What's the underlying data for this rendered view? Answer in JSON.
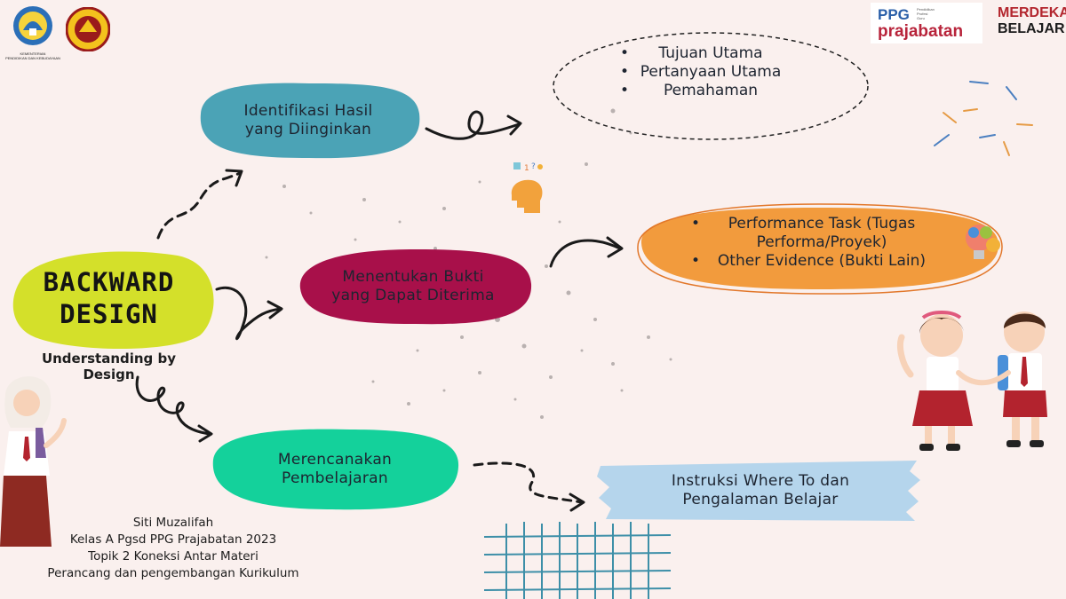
{
  "logos": {
    "kemendikbud_caption": "KEMENTERIAN\nPENDIDIKAN DAN KEBUDAYAAN",
    "ppg_top": "PPG",
    "ppg_small": "Pendidikan\nProfesi\nGuru",
    "ppg_bottom": "prajabatan",
    "merdeka_top": "MERDEKA",
    "merdeka_bottom": "BELAJAR"
  },
  "main": {
    "title": "BACKWARD\nDESIGN",
    "subtitle": "Understanding by Design"
  },
  "steps": [
    {
      "label": "Identifikasi Hasil\nyang Diinginkan"
    },
    {
      "label": "Menentukan Bukti\nyang Dapat Diterima"
    },
    {
      "label": "Merencanakan\nPembelajaran"
    }
  ],
  "details": {
    "top": [
      "Tujuan Utama",
      "Pertanyaan Utama",
      "Pemahaman"
    ],
    "middle": [
      "Performance Task (Tugas\nPerforma/Proyek)",
      "Other Evidence (Bukti Lain)"
    ],
    "bottom": "Instruksi Where To dan\nPengalaman Belajar"
  },
  "credits": {
    "name": "Siti Muzalifah",
    "class": "Kelas A Pgsd PPG Prajabatan 2023",
    "topic": "Topik 2 Koneksi Antar Materi",
    "course": "Perancang dan pengembangan Kurikulum"
  },
  "colors": {
    "background": "#faf0ee",
    "main_blob": "#d4e02a",
    "step1": "#4ba3b6",
    "step2": "#a8104a",
    "step3": "#14d19b",
    "middle_detail": "#f29b3d",
    "bottom_detail": "#b5d5ec"
  }
}
